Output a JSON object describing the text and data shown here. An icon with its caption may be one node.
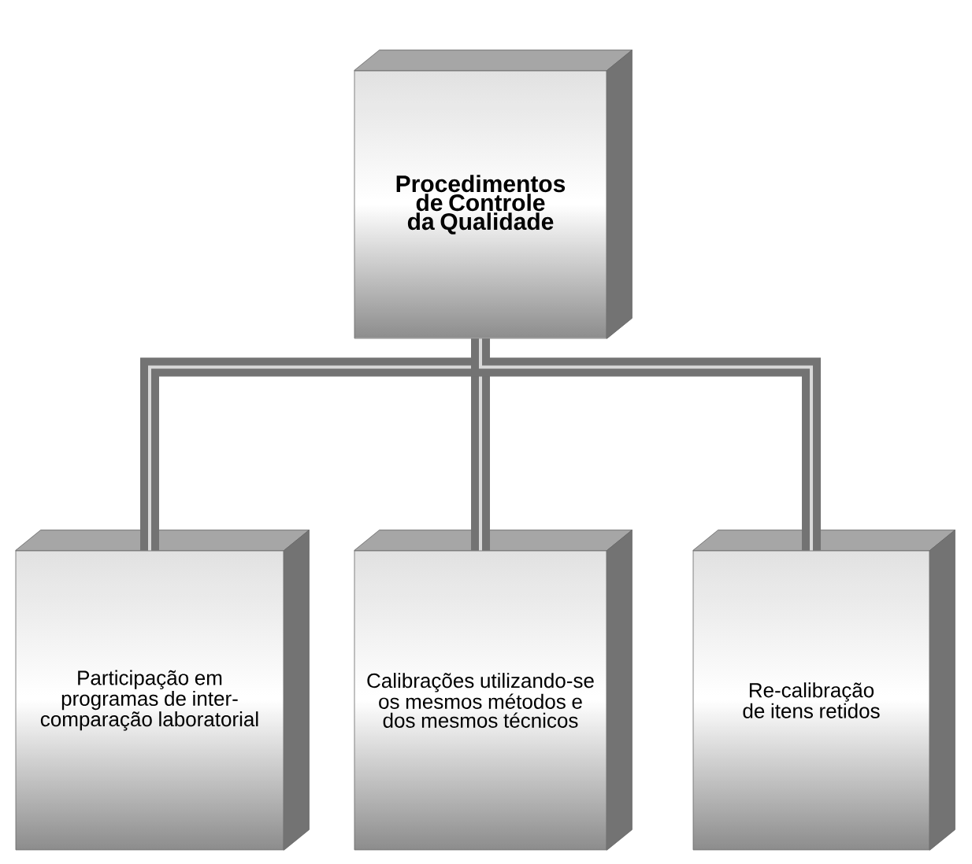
{
  "diagram": {
    "nodes": [
      {
        "text": [
          "Procedimentos de Controle da Qualidade"
        ]
      },
      {
        "text": [
          "Participação em programas de inter-comparação laboratorial"
        ]
      },
      {
        "text": [
          "Calibrações utilizando-se os mesmos métodos e dos mesmos técnicos"
        ]
      },
      {
        "text": [
          "Re-calibração de itens retidos"
        ]
      }
    ],
    "edges": [
      {
        "from": 0,
        "to": 1,
        "arrow": "none"
      },
      {
        "from": 0,
        "to": 2,
        "arrow": "none"
      },
      {
        "from": 0,
        "to": 3,
        "arrow": "none"
      }
    ]
  }
}
